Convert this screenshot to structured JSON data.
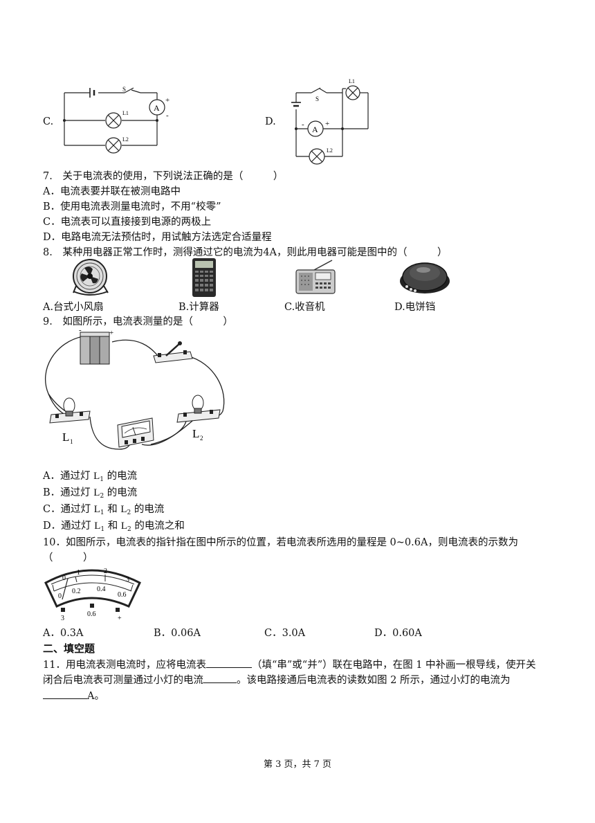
{
  "circuit_options": {
    "c_label": "C.",
    "d_label": "D.",
    "s": "S",
    "a": "A",
    "plus": "+",
    "minus": "-",
    "l1": "L1",
    "l2": "L2"
  },
  "q7": {
    "stem": "7.　关于电流表的使用，下列说法正确的是（　　　）",
    "options": [
      "A．电流表要并联在被测电路中",
      "B．使用电流表测量电流时，不用“校零”",
      "C．电流表可以直接接到电源的两极上",
      "D．电路电流无法预估时，用试触方法选定合适量程"
    ]
  },
  "q8": {
    "stem": "8.　某种用电器正常工作时，测得通过它的电流为4A，则此用电器可能是图中的（　　　）",
    "options": [
      "A.台式小风扇",
      "B.计算器",
      "C.收音机",
      "D.电饼铛"
    ]
  },
  "q9": {
    "stem": "9.　如图所示，电流表测量的是（　　　）",
    "figure_labels": {
      "l1": "L",
      "l1_sub": "1",
      "l2": "L",
      "l2_sub": "2",
      "minus": "-",
      "plus": "+"
    },
    "options": [
      {
        "pre": "A．通过灯 ",
        "L": "L",
        "sub": "1",
        "post": " 的电流"
      },
      {
        "pre": "B．通过灯 ",
        "L": "L",
        "sub": "2",
        "post": " 的电流"
      },
      {
        "pre": "C．通过灯 ",
        "L": "L",
        "sub": "1",
        "mid": " 和 ",
        "L2": "L",
        "sub2": "2",
        "post": " 的电流"
      },
      {
        "pre": "D．通过灯 ",
        "L": "L",
        "sub": "1",
        "mid": " 和 ",
        "L2": "L",
        "sub2": "2",
        "post": " 的电流之和"
      }
    ]
  },
  "q10": {
    "stem_line1": "10．如图所示，电流表的指针指在图中所示的位置，若电流表所选用的量程是 0~0.6A，则电流表的示数为",
    "stem_line2": "（　　　）",
    "meter": {
      "upper_scale": [
        "0",
        "1",
        "2",
        "3"
      ],
      "lower_scale": [
        "0",
        "0.2",
        "0.4",
        "0.6"
      ],
      "terminals": [
        "3",
        "0.6",
        "+"
      ]
    },
    "options": [
      "A．0.3A",
      "B．0.06A",
      "C．3.0A",
      "D．0.60A"
    ]
  },
  "section2": {
    "heading": "二、填空题"
  },
  "q11": {
    "line1_a": "11．用电流表测电流时，应将电流表",
    "line1_b": "（填“串”或“并”）联在电路中，在图 1 中补画一根导线，使开关",
    "line2_a": "闭合后电流表可测量通过小灯的电流",
    "line2_b": "。该电路接通后电流表的读数如图 2 所示，通过小灯的电流为",
    "line3_b": "A。"
  },
  "footer": {
    "text": "第 3 页，共 7 页"
  }
}
